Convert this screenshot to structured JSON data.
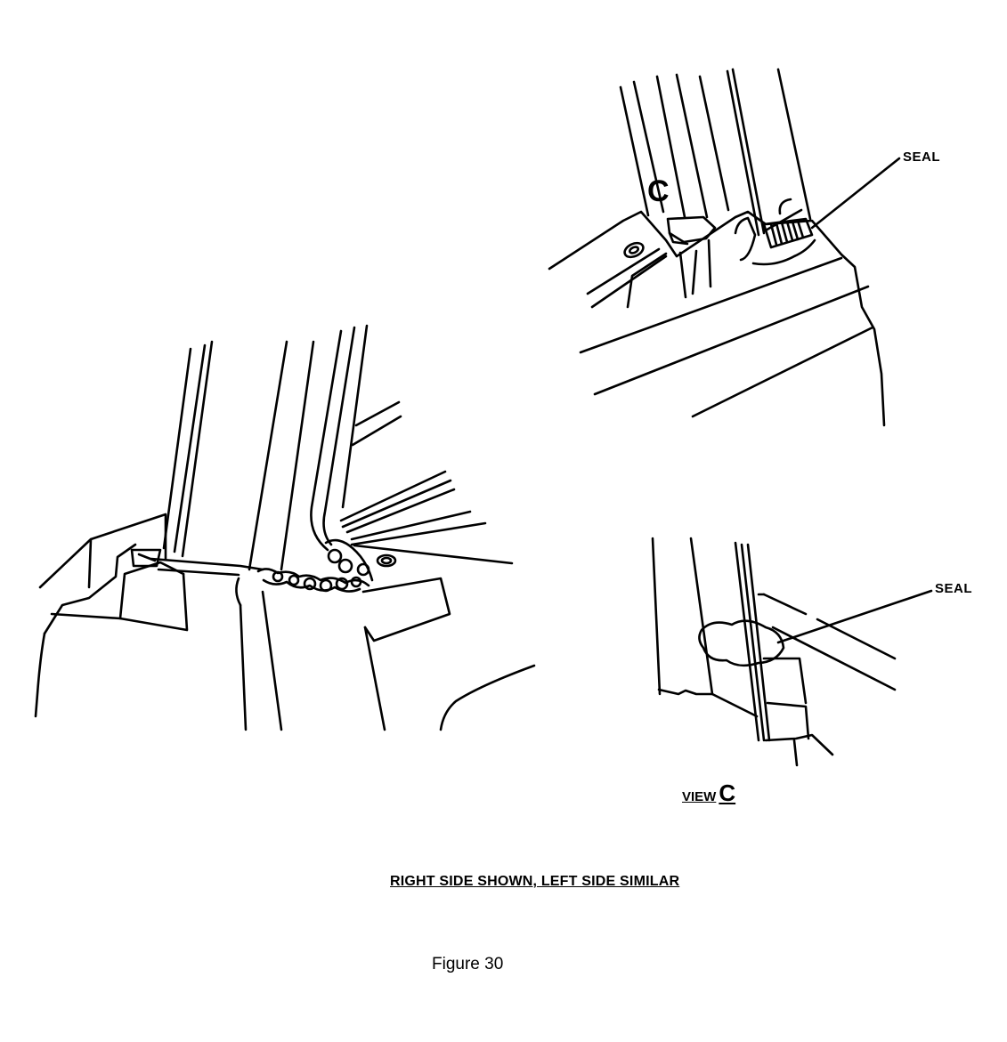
{
  "labels": {
    "seal_top": "SEAL",
    "seal_view": "SEAL",
    "callout_c": "C",
    "view_word": "VIEW",
    "view_letter": "C",
    "caption": "RIGHT SIDE SHOWN, LEFT SIDE SIMILAR",
    "figure": "Figure 30"
  },
  "colors": {
    "ink": "#000000",
    "paper": "#ffffff"
  }
}
